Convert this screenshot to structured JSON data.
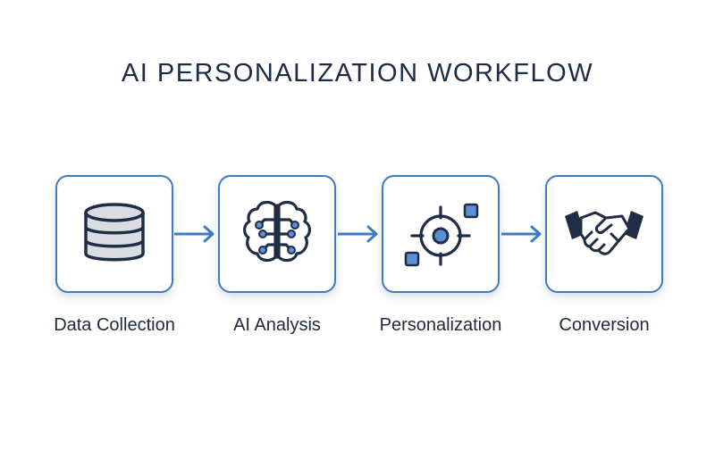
{
  "title": "AI PERSONALIZATION WORKFLOW",
  "steps": [
    {
      "label": "Data Collection",
      "icon": "database-icon"
    },
    {
      "label": "AI Analysis",
      "icon": "brain-circuit-icon"
    },
    {
      "label": "Personalization",
      "icon": "target-icon"
    },
    {
      "label": "Conversion",
      "icon": "handshake-icon"
    }
  ],
  "colors": {
    "title": "#1b2c47",
    "border": "#3f7bc0",
    "arrow": "#3f7bc0",
    "icon_stroke": "#1f2d45",
    "icon_accent": "#5b8fd6"
  }
}
